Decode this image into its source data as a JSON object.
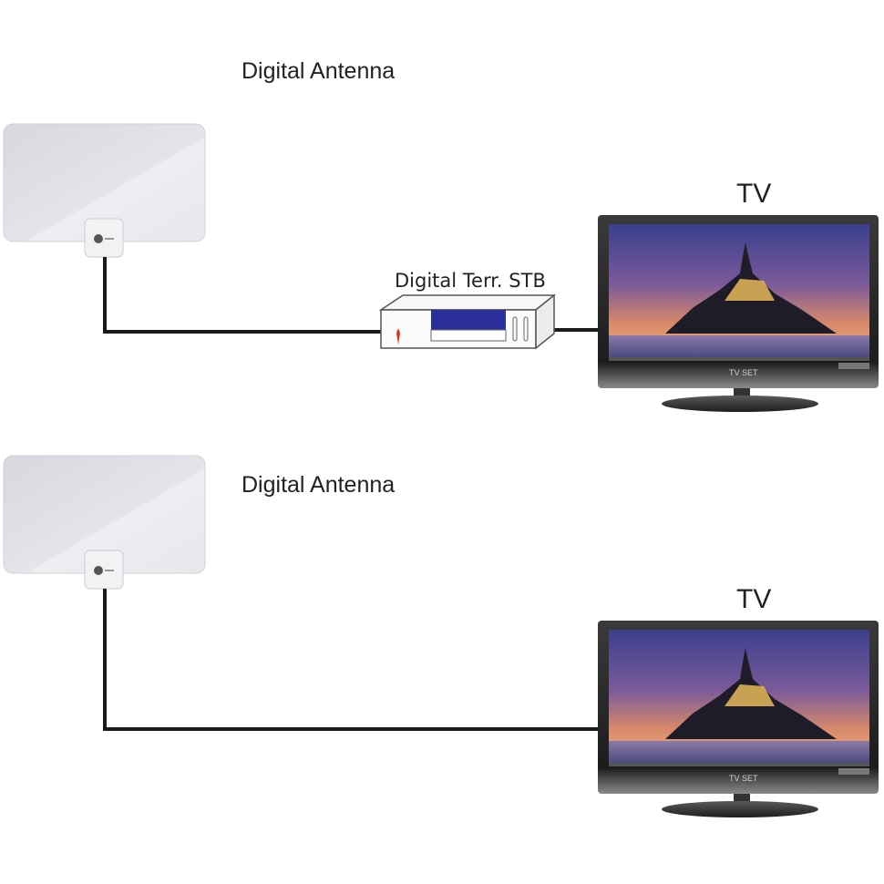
{
  "top": {
    "antenna_label": "Digital Antenna",
    "stb_label": "Digital Terr. STB",
    "tv_label": "TV",
    "tv_brand": "TV SET"
  },
  "bottom": {
    "antenna_label": "Digital Antenna",
    "tv_label": "TV",
    "tv_brand": "TV SET"
  },
  "colors": {
    "cable": "#1a1a1a",
    "antenna_panel": "#dfe1e6",
    "tv_bezel": "#2b2b2b",
    "stb_screen": "#2a2f9a",
    "stb_indicator": "#d9381e"
  }
}
